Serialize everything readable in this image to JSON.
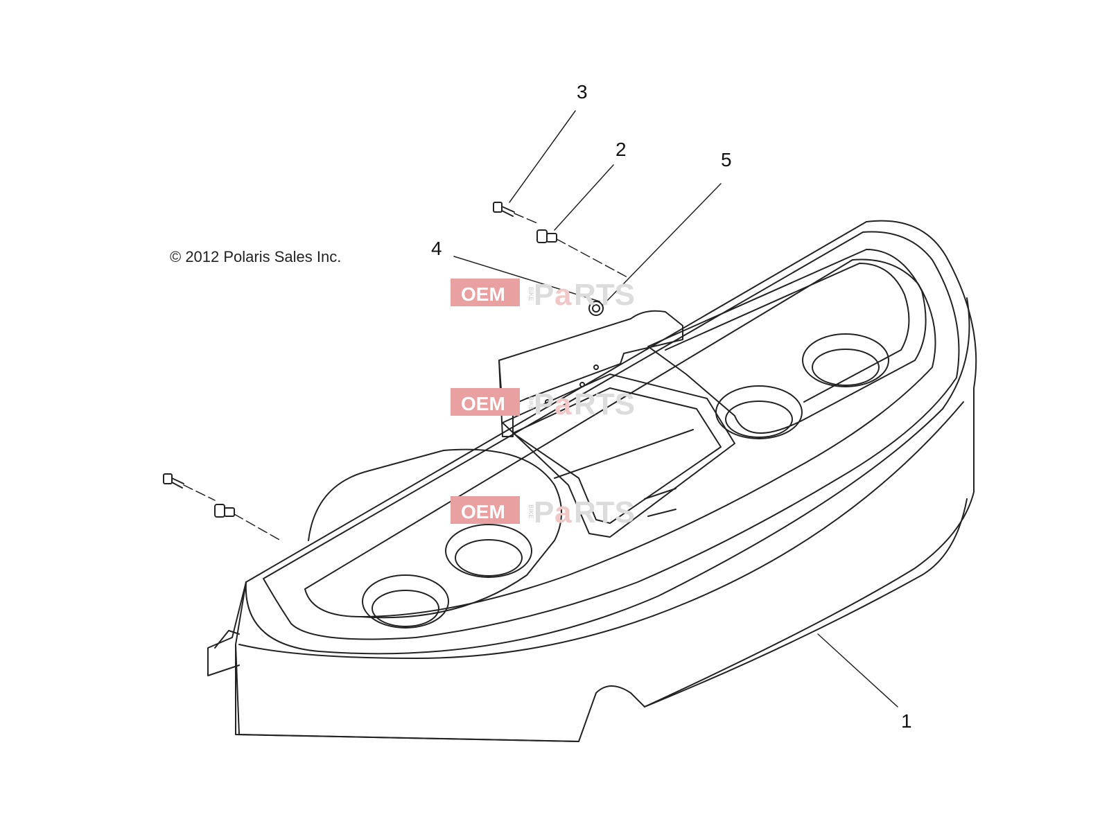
{
  "copyright": "© 2012 Polaris Sales Inc.",
  "callouts": [
    {
      "id": "1",
      "label": "1"
    },
    {
      "id": "2",
      "label": "2"
    },
    {
      "id": "3",
      "label": "3"
    },
    {
      "id": "4",
      "label": "4"
    },
    {
      "id": "5",
      "label": "5"
    }
  ],
  "watermark": {
    "oem": "OEM",
    "bike": "BIKE",
    "parts_p": "P",
    "parts_a": "a",
    "parts_rest": "RTS",
    "colors": {
      "oem_bg": "#e8a0a0",
      "a_fill": "#f0c8c8",
      "text_gray": "#dcdcdc"
    }
  },
  "line_color": "#222222"
}
